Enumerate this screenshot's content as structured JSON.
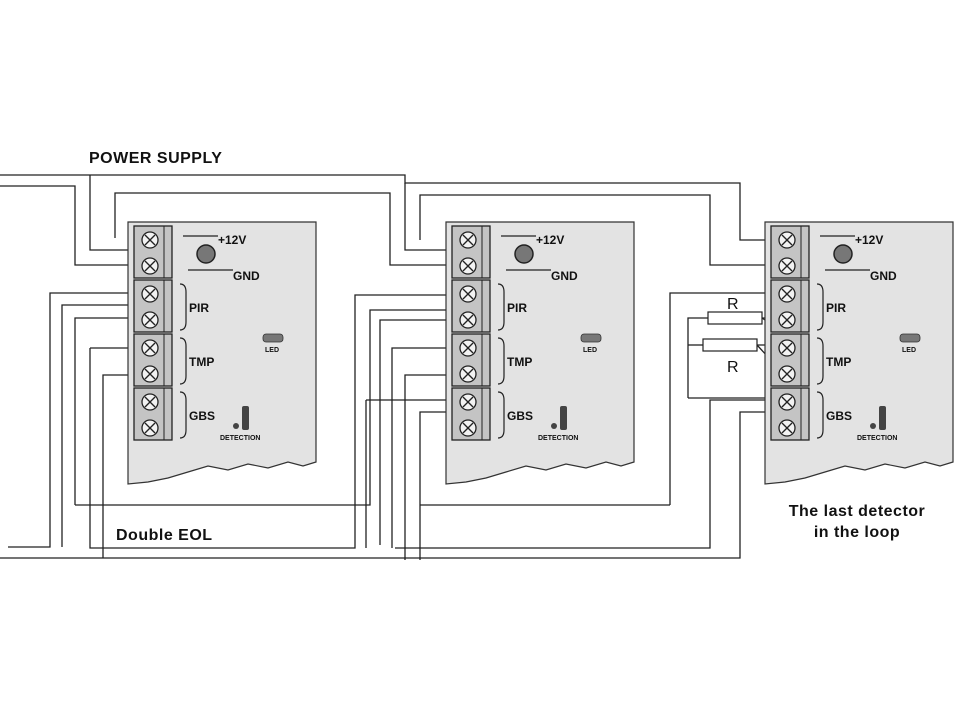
{
  "labels": {
    "power_supply": "POWER SUPPLY",
    "double_eol": "Double EOL",
    "last_detector_line1": "The last detector",
    "last_detector_line2": "in the loop",
    "resistor": "R"
  },
  "detectors": [
    {
      "v12": "+12V",
      "gnd": "GND",
      "pir": "PIR",
      "tmp": "TMP",
      "gbs": "GBS",
      "led": "LED",
      "detection": "DETECTION"
    },
    {
      "v12": "+12V",
      "gnd": "GND",
      "pir": "PIR",
      "tmp": "TMP",
      "gbs": "GBS",
      "led": "LED",
      "detection": "DETECTION"
    },
    {
      "v12": "+12V",
      "gnd": "GND",
      "pir": "PIR",
      "tmp": "TMP",
      "gbs": "GBS",
      "led": "LED",
      "detection": "DETECTION"
    }
  ],
  "colors": {
    "board": "#e3e3e3",
    "terminal": "#c4c4c4",
    "wire": "#222222",
    "led": "#777777"
  }
}
